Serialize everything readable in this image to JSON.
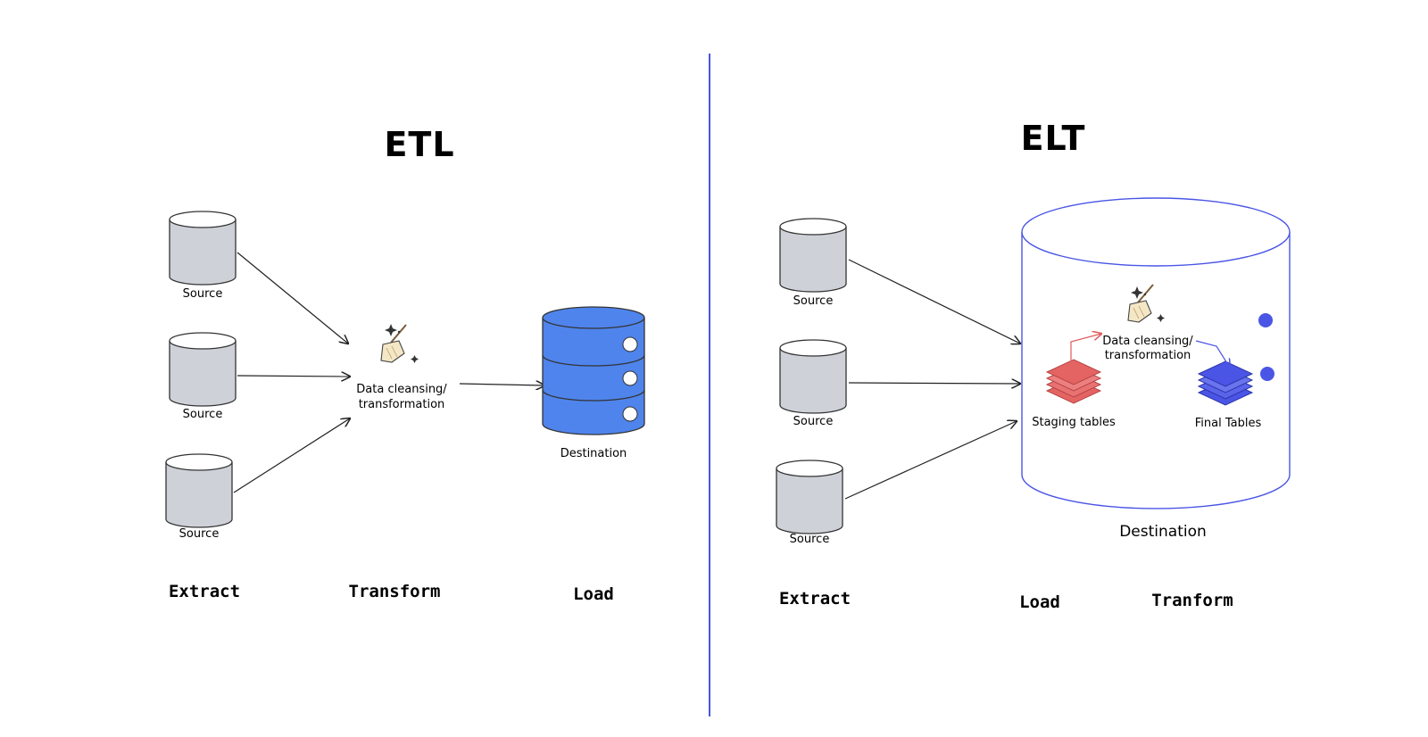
{
  "etl": {
    "title": "ETL",
    "sources": [
      "Source",
      "Source",
      "Source"
    ],
    "transform_label_1": "Data cleansing/",
    "transform_label_2": "transformation",
    "destination": "Destination",
    "steps": [
      "Extract",
      "Transform",
      "Load"
    ]
  },
  "elt": {
    "title": "ELT",
    "sources": [
      "Source",
      "Source",
      "Source"
    ],
    "transform_label_1": "Data cleansing/",
    "transform_label_2": "transformation",
    "staging": "Staging tables",
    "final": "Final Tables",
    "destination": "Destination",
    "steps": [
      "Extract",
      "Load",
      "Tranform"
    ]
  },
  "colors": {
    "divider": "#4a56e2",
    "source_fill": "#ced2d8",
    "destination_fill": "#4f84ec",
    "staging_fill": "#e46464",
    "final_fill": "#4a55e6",
    "outline": "#333333"
  },
  "icons": [
    "database-icon",
    "broom-icon",
    "sparkle-icon",
    "layers-icon"
  ]
}
